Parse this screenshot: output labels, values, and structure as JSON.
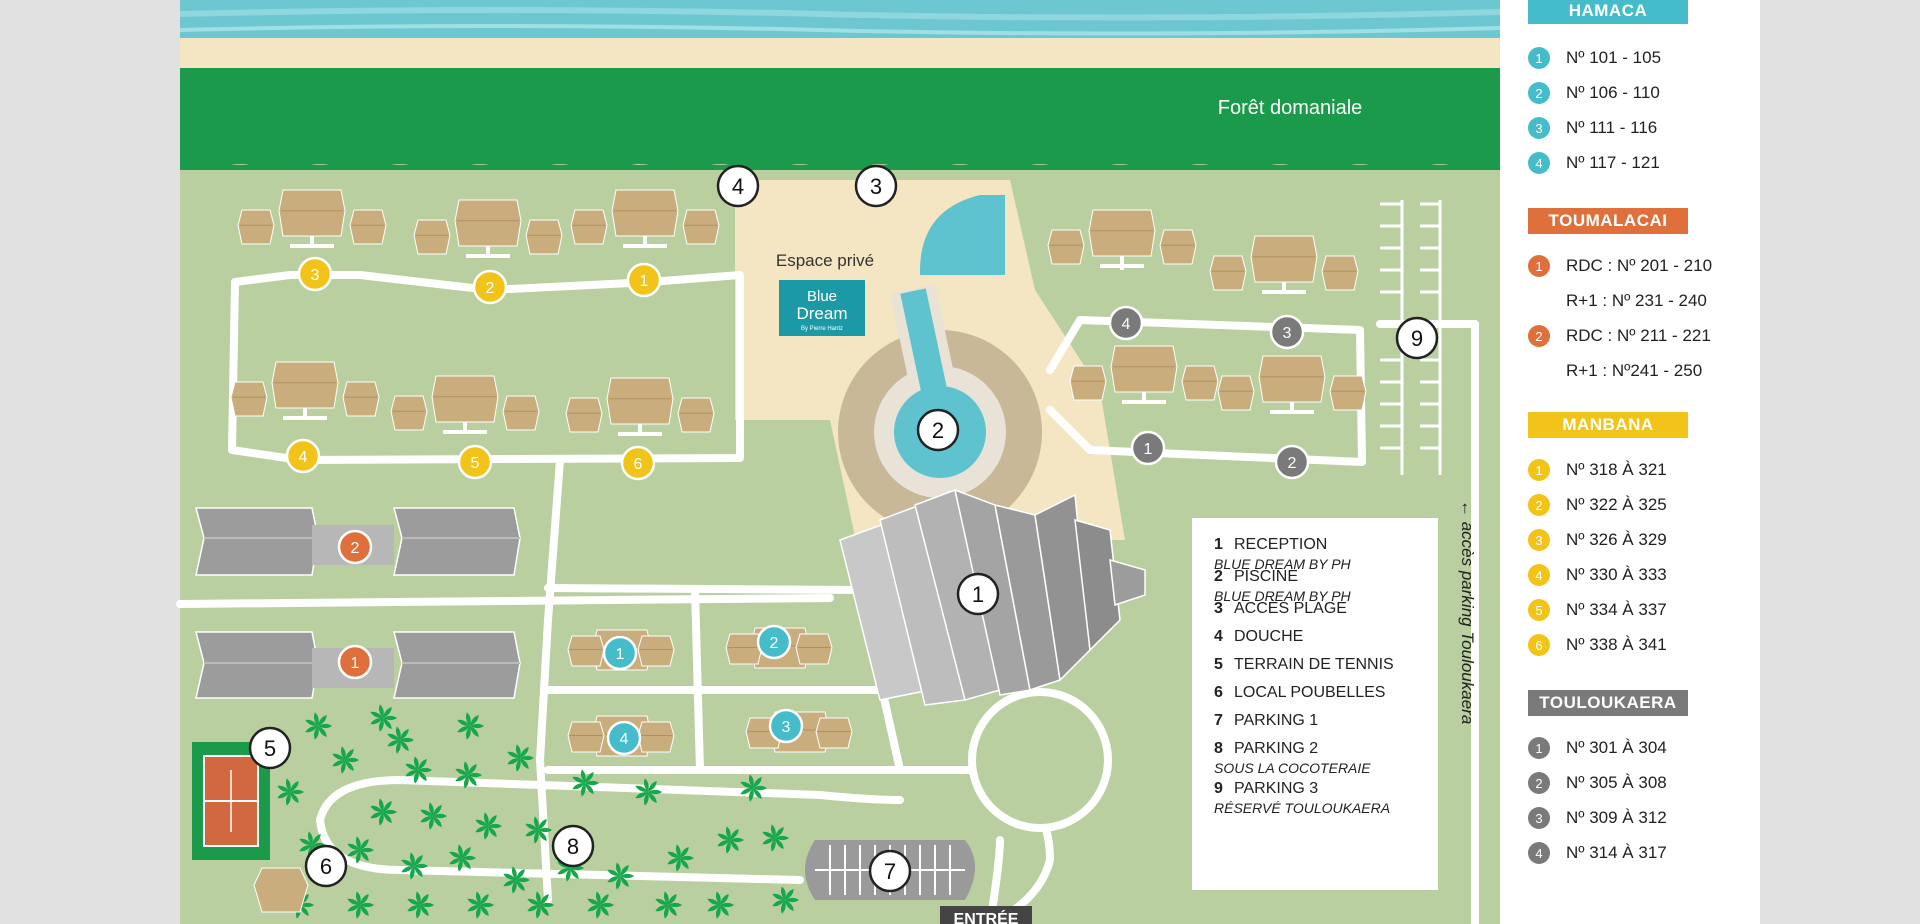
{
  "map": {
    "forest_label": "Forêt domaniale",
    "private_space_label": "Espace privé",
    "logo_line1": "Blue",
    "logo_line2": "Dream",
    "logo_sub": "By Pierre Hantz",
    "parking_access_label": "← accès parking Touloukaera",
    "entrance_label": "ENTRÉE",
    "colors": {
      "hamaca": "#45bcc9",
      "toumalacai": "#e0703b",
      "manbana": "#f2c318",
      "touloukaera": "#7a7a7a",
      "grass": "#b9cf9f",
      "forest": "#1a9a4a",
      "sand": "#f4e6c3",
      "sea": "#6cc7d1",
      "roof": "#c9ad7c",
      "palm": "#16a64b"
    },
    "markers": [
      {
        "n": "4",
        "style": "point"
      },
      {
        "n": "3",
        "style": "point"
      },
      {
        "n": "2",
        "style": "point"
      },
      {
        "n": "1",
        "style": "point"
      },
      {
        "n": "5",
        "style": "point"
      },
      {
        "n": "6",
        "style": "point"
      },
      {
        "n": "7",
        "style": "point"
      },
      {
        "n": "8",
        "style": "point"
      },
      {
        "n": "9",
        "style": "point"
      }
    ],
    "unit_badges": [
      {
        "n": "3",
        "category": "manbana"
      },
      {
        "n": "2",
        "category": "manbana"
      },
      {
        "n": "1",
        "category": "manbana"
      },
      {
        "n": "4",
        "category": "manbana"
      },
      {
        "n": "5",
        "category": "manbana"
      },
      {
        "n": "6",
        "category": "manbana"
      },
      {
        "n": "2",
        "category": "toumalacai"
      },
      {
        "n": "1",
        "category": "toumalacai"
      },
      {
        "n": "1",
        "category": "hamaca"
      },
      {
        "n": "2",
        "category": "hamaca"
      },
      {
        "n": "4",
        "category": "hamaca"
      },
      {
        "n": "3",
        "category": "hamaca"
      },
      {
        "n": "4",
        "category": "touloukaera"
      },
      {
        "n": "3",
        "category": "touloukaera"
      },
      {
        "n": "1",
        "category": "touloukaera"
      },
      {
        "n": "2",
        "category": "touloukaera"
      }
    ]
  },
  "info_box": {
    "items": [
      {
        "n": "1",
        "label": "RECEPTION",
        "sub": "BLUE DREAM BY PH"
      },
      {
        "n": "2",
        "label": "PISCINE",
        "sub": "BLUE DREAM BY PH"
      },
      {
        "n": "3",
        "label": "ACCÈS PLAGE",
        "sub": ""
      },
      {
        "n": "4",
        "label": "DOUCHE",
        "sub": ""
      },
      {
        "n": "5",
        "label": "TERRAIN DE TENNIS",
        "sub": ""
      },
      {
        "n": "6",
        "label": "LOCAL POUBELLES",
        "sub": ""
      },
      {
        "n": "7",
        "label": "PARKING 1",
        "sub": ""
      },
      {
        "n": "8",
        "label": "PARKING 2",
        "sub": "SOUS LA COCOTERAIE"
      },
      {
        "n": "9",
        "label": "PARKING 3",
        "sub": "RÉSERVÉ TOULOUKAERA"
      }
    ]
  },
  "legend": {
    "categories": [
      {
        "title": "HAMACA",
        "key": "hamaca",
        "entries": [
          {
            "n": "1",
            "text": "Nº 101 - 105"
          },
          {
            "n": "2",
            "text": "Nº 106 - 110"
          },
          {
            "n": "3",
            "text": "Nº 111 - 116"
          },
          {
            "n": "4",
            "text": "Nº 117 - 121"
          }
        ]
      },
      {
        "title": "TOUMALACAI",
        "key": "toumalacai",
        "entries": [
          {
            "n": "1",
            "text": "RDC : Nº 201 - 210"
          },
          {
            "n": "",
            "text": "R+1 : Nº 231 - 240"
          },
          {
            "n": "2",
            "text": "RDC : Nº 211 - 221"
          },
          {
            "n": "",
            "text": "R+1 : Nº241 - 250"
          }
        ]
      },
      {
        "title": "MANBANA",
        "key": "manbana",
        "entries": [
          {
            "n": "1",
            "text": "Nº 318 À 321"
          },
          {
            "n": "2",
            "text": "Nº 322 À 325"
          },
          {
            "n": "3",
            "text": "Nº 326 À 329"
          },
          {
            "n": "4",
            "text": "Nº 330 À 333"
          },
          {
            "n": "5",
            "text": "Nº 334 À 337"
          },
          {
            "n": "6",
            "text": "Nº 338 À 341"
          }
        ]
      },
      {
        "title": "TOULOUKAERA",
        "key": "touloukaera",
        "entries": [
          {
            "n": "1",
            "text": "Nº 301 À 304"
          },
          {
            "n": "2",
            "text": "Nº 305 À 308"
          },
          {
            "n": "3",
            "text": "Nº 309 À 312"
          },
          {
            "n": "4",
            "text": "Nº 314 À 317"
          }
        ]
      }
    ]
  }
}
